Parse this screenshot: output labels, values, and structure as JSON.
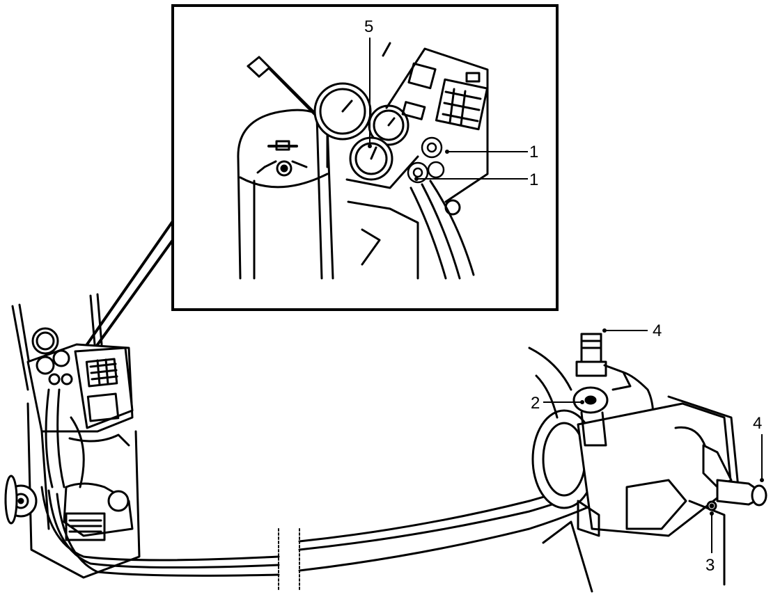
{
  "callouts": {
    "valve_upper": "1",
    "valve_lower": "1",
    "connector_2": "2",
    "port_3": "3",
    "coupling_top": "4",
    "coupling_right": "4",
    "gauge_5": "5"
  },
  "colors": {
    "ink": "#000000",
    "paper": "#ffffff"
  }
}
